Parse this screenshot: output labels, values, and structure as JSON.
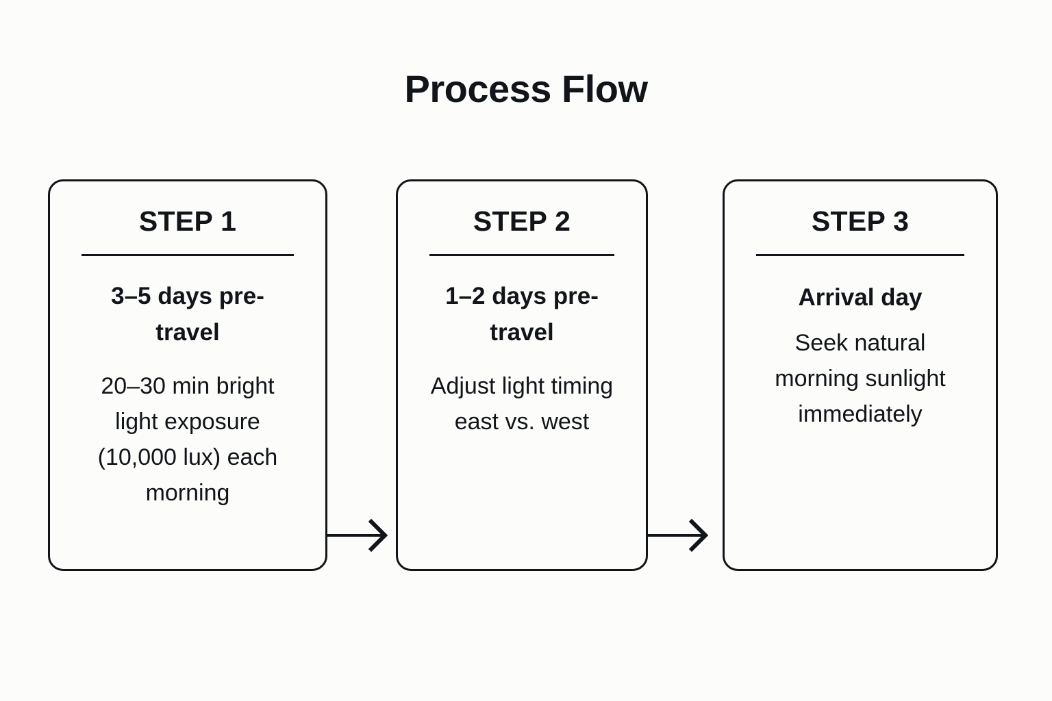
{
  "title": "Process Flow",
  "background_color": "#FCFCFB",
  "ink_color": "#111418",
  "diagram": {
    "type": "process-flow",
    "orientation": "horizontal",
    "step_count": 3,
    "steps": [
      {
        "heading": "STEP 1",
        "subtitle": "3–5 days pre-travel",
        "body": "20–30 min bright light exposure (10,000 lux) each morning"
      },
      {
        "heading": "STEP 2",
        "subtitle": "1–2 days pre-travel",
        "body": "Adjust light timing east vs. west"
      },
      {
        "heading": "STEP 3",
        "subtitle": "Arrival day",
        "body": "Seek natural morning sunlight immediately"
      }
    ],
    "connectors": [
      {
        "from": "STEP 1",
        "to": "STEP 2",
        "style": "line-with-open-arrowhead"
      },
      {
        "from": "STEP 2",
        "to": "STEP 3",
        "style": "line-with-open-arrowhead"
      }
    ]
  }
}
